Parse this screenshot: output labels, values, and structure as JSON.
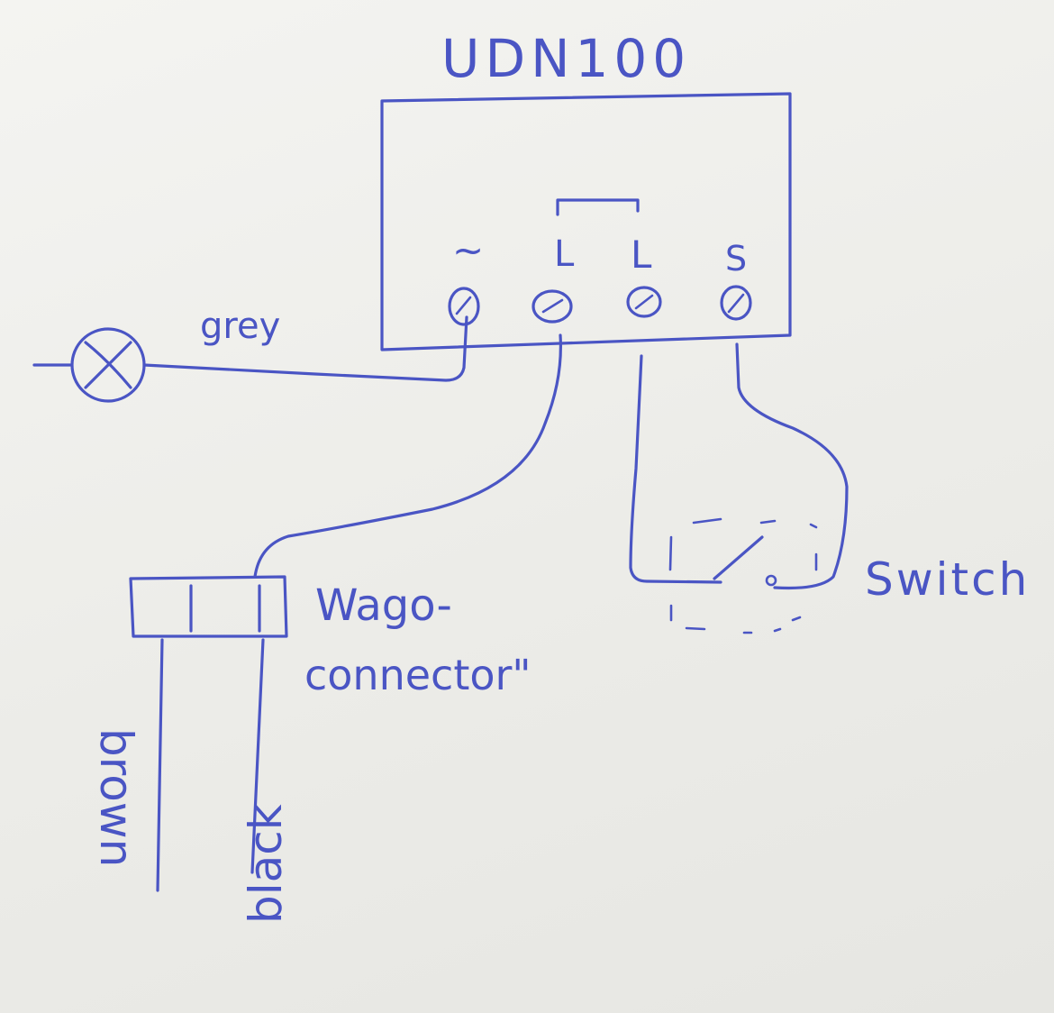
{
  "device": {
    "title": "UDN100",
    "terminals": [
      {
        "id": "neutral",
        "label": "~"
      },
      {
        "id": "L1",
        "label": "L"
      },
      {
        "id": "L2",
        "label": "L"
      },
      {
        "id": "S",
        "label": "S"
      }
    ]
  },
  "wires": {
    "grey_label": "grey",
    "brown_label": "brown",
    "black_label": "black"
  },
  "wago": {
    "label_line1": "Wago-",
    "label_line2": "connector\""
  },
  "switch": {
    "label": "Switch"
  },
  "colors": {
    "ink": "#4a55c4",
    "paper": "#efefec"
  },
  "icons": {
    "lamp": "lamp-symbol-icon",
    "terminal": "screw-terminal-icon",
    "switch": "switch-symbol-icon"
  }
}
